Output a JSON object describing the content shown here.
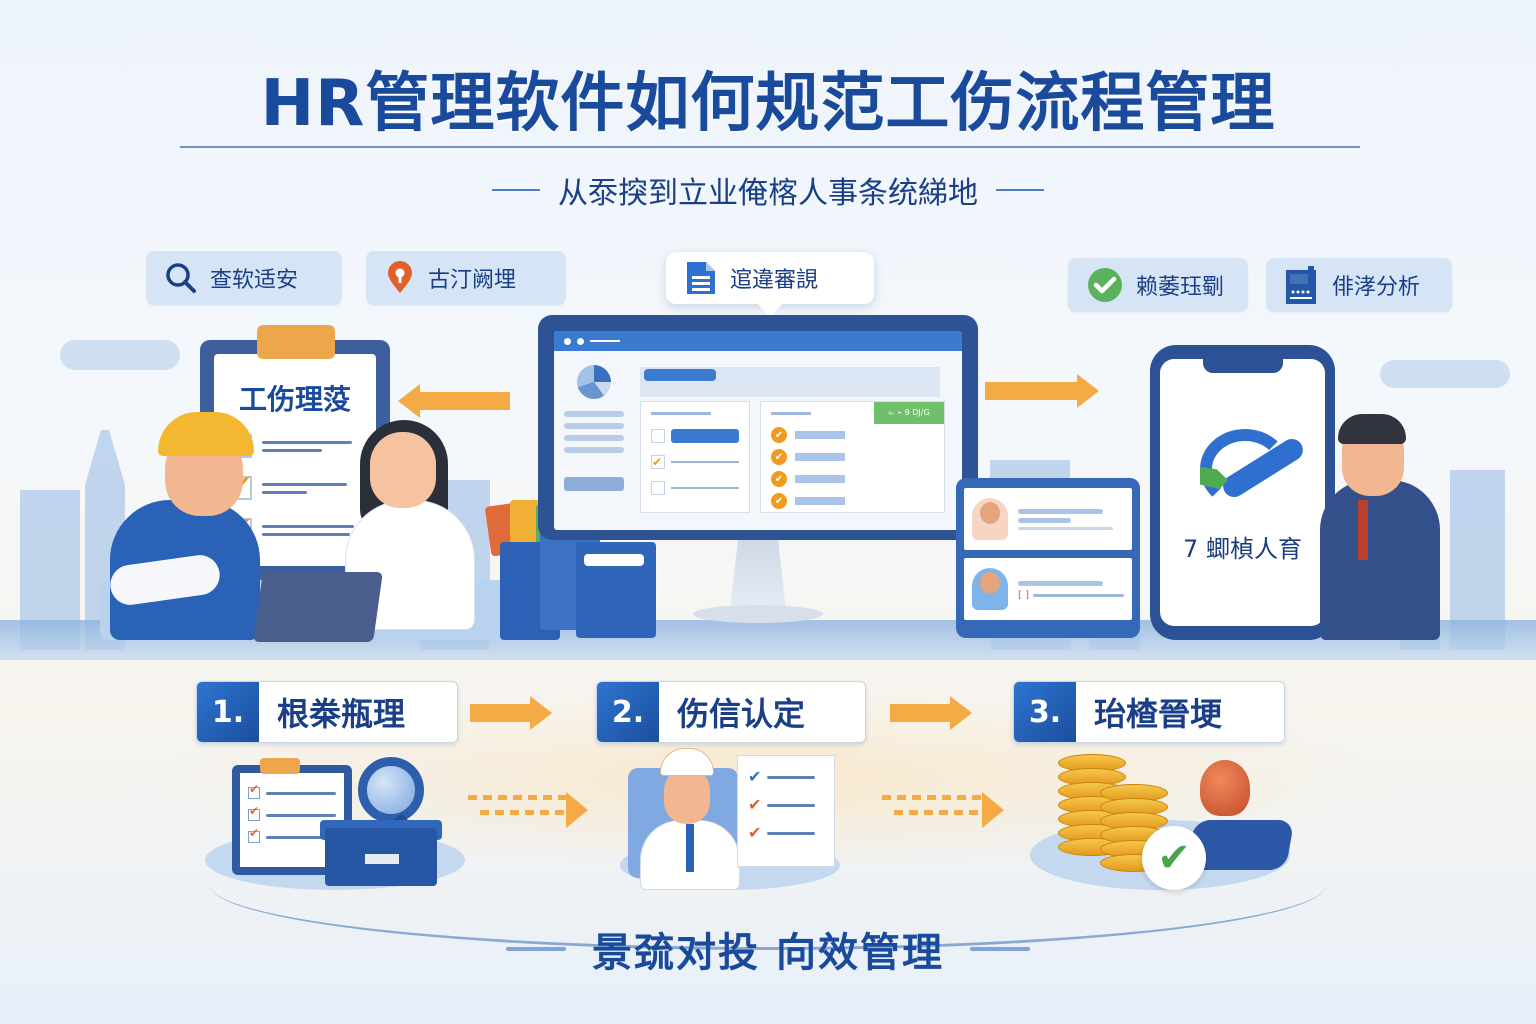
{
  "header": {
    "title": "HR管理软件如何规范工伤流程管理",
    "subtitle": "从沗揬到立业俺楁人事条统綈地"
  },
  "feature_tags": [
    {
      "icon": "search-icon",
      "label": "查软适安"
    },
    {
      "icon": "location-pin-icon",
      "label": "古汀阙埋"
    },
    {
      "icon": "document-icon",
      "label": "逭違審誢"
    },
    {
      "icon": "check-circle-icon",
      "label": "赖萎珏劅"
    },
    {
      "icon": "report-icon",
      "label": "俳涍分析"
    }
  ],
  "clipboard": {
    "title": "工伤理莈",
    "items": 3
  },
  "monitor": {
    "status_pill": "⟜ ⌁ 9 DJ/G",
    "checklist_items": 4
  },
  "phone": {
    "text": "7 蝍楨人育"
  },
  "steps": [
    {
      "number": "1.",
      "label": "根桊瓶理"
    },
    {
      "number": "2.",
      "label": "伤信认定"
    },
    {
      "number": "3.",
      "label": "珆楂晉埂"
    }
  ],
  "footer": {
    "tagline": "景巯对投  向效管理"
  },
  "colors": {
    "primary": "#1a4a9c",
    "accent": "#f4ab46",
    "success": "#4aa54e",
    "tag_bg": "#d6e5f5"
  }
}
